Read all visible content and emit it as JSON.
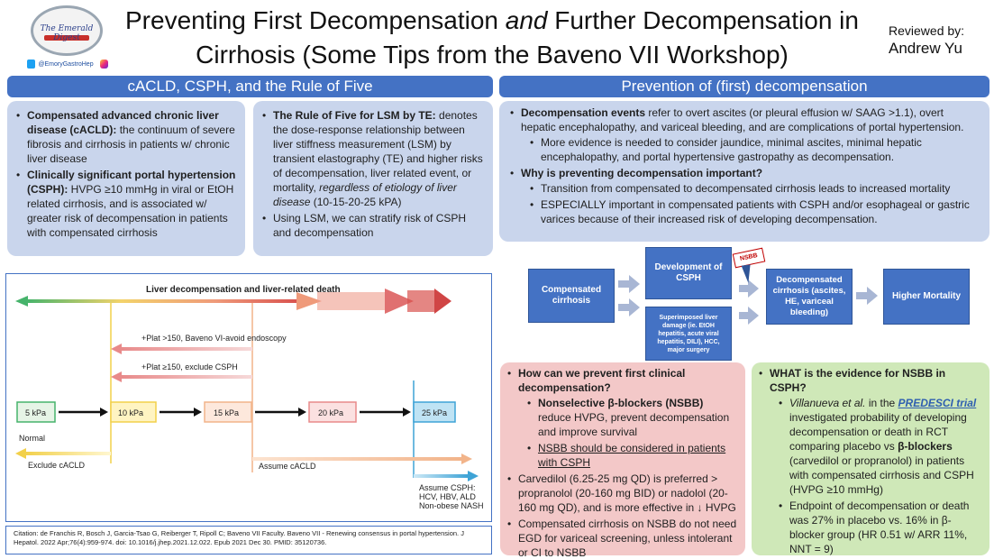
{
  "header": {
    "logo_text": "The Emerald Digest",
    "social_handle": "@EmoryGastroHep",
    "title_part1": "Preventing First Decompensation ",
    "title_em": "and",
    "title_part2": " Further Decompensation in Cirrhosis (Some Tips from the Baveno VII Workshop)",
    "reviewed_by": "Reviewed by:",
    "reviewer_name": "Andrew Yu"
  },
  "left": {
    "heading": "cACLD, CSPH, and the Rule of Five",
    "box1": {
      "b1_bold": "Compensated advanced chronic liver disease (cACLD):",
      "b1_text": " the continuum of severe fibrosis and cirrhosis in patients w/ chronic liver disease",
      "b2_bold": "Clinically significant portal hypertension (CSPH):",
      "b2_text": " HVPG ≥10 mmHg in viral or EtOH related cirrhosis, and is associated w/ greater risk of decompensation in patients with compensated cirrhosis"
    },
    "box2": {
      "b1_bold": "The Rule of Five for LSM by TE:",
      "b1_text": " denotes the dose-response relationship between liver stiffness measurement (LSM) by transient elastography (TE) and higher risks of decompensation, liver related event, or mortality, ",
      "b1_ital": "regardless of etiology of liver disease",
      "b1_tail": " (10-15-20-25 kPA)",
      "b2_text": "Using LSM, we can stratify risk of CSPH and decompensation"
    }
  },
  "figure": {
    "top_label": "Liver decompensation and liver-related death",
    "plat1": "+Plat >150, Baveno VI-avoid endoscopy",
    "plat2": "+Plat ≥150, exclude CSPH",
    "kpa": [
      "5 kPa",
      "10 kPa",
      "15 kPa",
      "20 kPa",
      "25 kPa"
    ],
    "normal": "Normal",
    "exclude": "Exclude cACLD",
    "assume": "Assume cACLD",
    "assume_csph": [
      "Assume CSPH:",
      "HCV, HBV, ALD",
      "Non-obese NASH"
    ]
  },
  "citation": "Citation: de Franchis R, Bosch J, Garcia-Tsao G, Reiberger T, Ripoll C; Baveno VII Faculty. Baveno VII - Renewing consensus in portal hypertension. J Hepatol. 2022 Apr;76(4):959-974. doi: 10.1016/j.jhep.2021.12.022. Epub 2021 Dec 30. PMID: 35120736.",
  "right": {
    "heading": "Prevention of (first) decompensation",
    "box": {
      "b1_bold": "Decompensation events",
      "b1_text": " refer to overt ascites (or pleural effusion w/ SAAG >1.1), overt hepatic encephalopathy, and variceal bleeding, and are complications of portal hypertension.",
      "b1_sub": "More evidence is needed to consider jaundice, minimal ascites, minimal hepatic encephalopathy, and portal hypertensive gastropathy as decompensation.",
      "b2_bold": "Why is preventing decompensation important?",
      "b2_sub1": "Transition from compensated to decompensated cirrhosis leads to increased mortality",
      "b2_sub2": "ESPECIALLY important in compensated patients with CSPH and/or esophageal or gastric varices because of their increased risk of developing decompensation."
    },
    "flow": {
      "compensated": "Compensated cirrhosis",
      "csph": "Development of CSPH",
      "superimposed": "Superimposed liver damage (ie. EtOH hepatitis, acute viral hepatitis, DILI), HCC, major surgery",
      "nsbb": "NSBB",
      "decompensated": "Decompensated cirrhosis (ascites, HE, variceal bleeding)",
      "mortality": "Higher Mortality"
    },
    "pink": {
      "q": "How can we prevent first clinical decompensation?",
      "s1_bold": "Nonselective β-blockers (NSBB)",
      "s1_text": " reduce HVPG, prevent decompensation and improve survival",
      "s2_ul": "NSBB should be considered in patients with CSPH",
      "b2": "Carvedilol (6.25-25 mg QD) is preferred > propranolol (20-160 mg BID) or nadolol (20-160 mg QD), and is more effective in ↓ HVPG",
      "b3": "Compensated cirrhosis on NSBB do not need EGD for variceal screening, unless intolerant or CI to NSBB"
    },
    "green": {
      "q": "WHAT is the evidence for NSBB in CSPH?",
      "s1_ital": "Villanueva et al.",
      "s1_in": " in the ",
      "s1_link": "PREDESCI trial",
      "s1_text": " investigated probability of developing decompensation or death in RCT comparing placebo vs ",
      "s1_bold": "β-blockers",
      "s1_tail": " (carvedilol or propranolol) in patients with compensated cirrhosis and CSPH (HVPG ≥10 mmHg)",
      "s2": "Endpoint of decompensation or death was 27% in placebo vs. 16% in β-blocker group (HR 0.51 w/ ARR 11%, NNT = 9)"
    }
  }
}
